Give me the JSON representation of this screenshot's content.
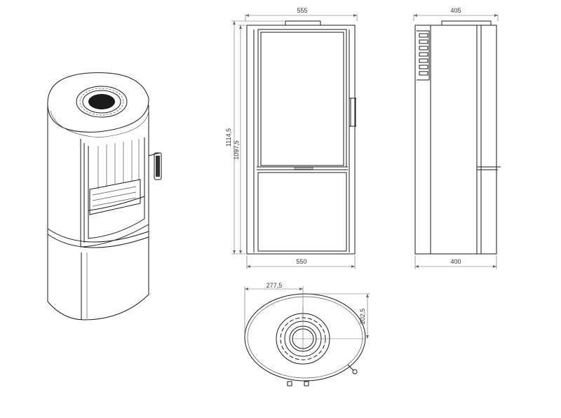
{
  "drawing": {
    "views": {
      "isometric": {
        "name": "isometric-view"
      },
      "front": {
        "name": "front-view"
      },
      "side": {
        "name": "side-view"
      },
      "top": {
        "name": "top-view"
      }
    },
    "dimensions": {
      "front_top_width": "555",
      "front_bottom_width": "550",
      "overall_height": "1114,5",
      "body_height": "1097,5",
      "side_top_width": "405",
      "side_bottom_width": "400",
      "top_offset_x": "277,5",
      "top_offset_y": "202,5"
    }
  }
}
